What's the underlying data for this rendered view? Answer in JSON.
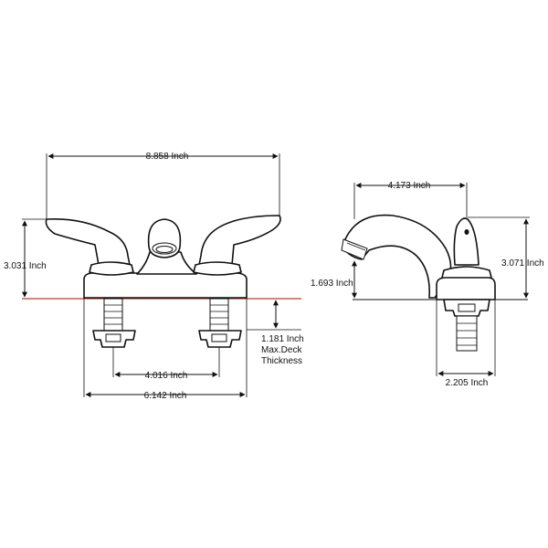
{
  "colors": {
    "ink": "#111111",
    "deck_line": "#c0392b",
    "background": "#ffffff"
  },
  "front_view": {
    "overall_width": "8.858 Inch",
    "height": "3.031 Inch",
    "deck_thickness_value": "1.181 Inch",
    "deck_thickness_label_1": "Max.Deck",
    "deck_thickness_label_2": "Thickness",
    "center_spacing": "4.016 Inch",
    "base_width": "6.142 Inch"
  },
  "side_view": {
    "spout_reach": "4.173 Inch",
    "spout_height": "1.693 Inch",
    "overall_height": "3.071 Inch",
    "base_depth": "2.205 Inch"
  }
}
